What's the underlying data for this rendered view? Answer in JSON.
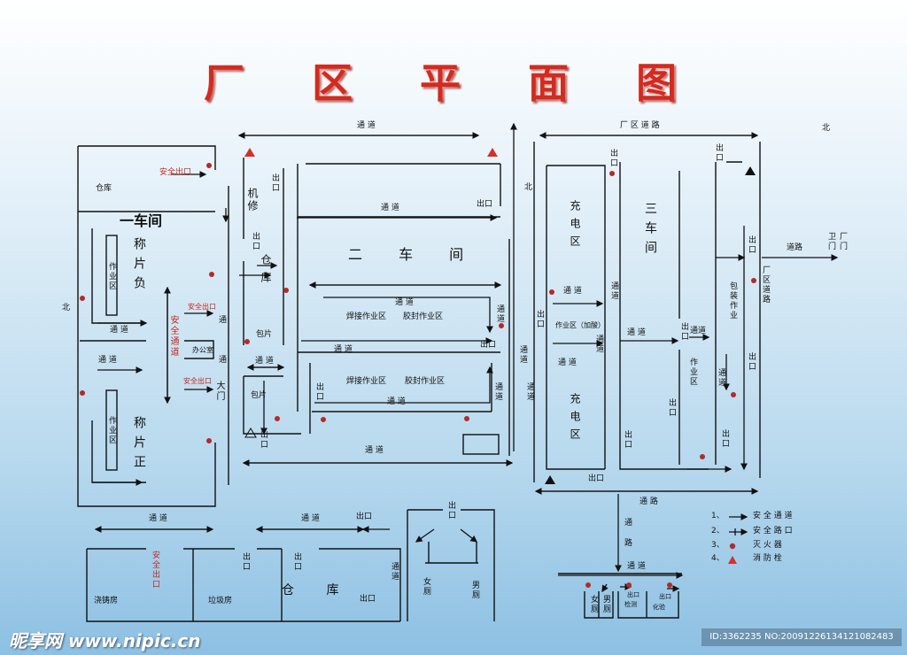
{
  "title": "厂 区 平 面 图",
  "footer": {
    "logo": "昵享网 www.nipic.cn",
    "id": "ID:3362235 NO:20091226134121082483"
  },
  "north": [
    "北",
    "北",
    "北"
  ],
  "labels": {
    "passage": "通 道",
    "passage_plain": "通道",
    "factory_road": "厂 区 道 路",
    "road": "通 路",
    "road2": "道路",
    "exit": "出口",
    "safety_exit": "安全出口",
    "safety_passage": "安全通道",
    "warehouse": "仓库",
    "warehouse_split": "仓 库",
    "ws1": "一车间",
    "ws2": "二 车 间",
    "ws3": "三车间",
    "weigh_neg": "称片负",
    "weigh_pos": "称片正",
    "work_area": "作业区",
    "office": "办公室",
    "gate": "大门",
    "repair": "机修",
    "pack": "包片",
    "weld1": "焊接作业区",
    "seal1": "胶封作业区",
    "charge": "充电区",
    "work_acid": "作业区（加酸）",
    "pack_area": "包装作业",
    "factory_area_road": "厂区道路",
    "guard": "卫门",
    "factory_gate": "厂门",
    "foundry": "浇铸房",
    "garbage": "垃圾房",
    "female_wc": "女厕",
    "male_wc": "男厕",
    "detect": "检测",
    "assay": "化验",
    "channel": "通"
  },
  "legend": [
    {
      "num": "1、",
      "text": "安 全 通 道",
      "icon": "arrow"
    },
    {
      "num": "2、",
      "text": "安 全 路 口",
      "icon": "bar-arrow"
    },
    {
      "num": "3、",
      "text": "灭 火 器",
      "icon": "dot"
    },
    {
      "num": "4、",
      "text": "消 防 栓",
      "icon": "triangle"
    }
  ],
  "colors": {
    "title": "#d42a1f",
    "line": "#111111",
    "extinguisher": "#b32a2a",
    "hydrant": "#d4302a"
  }
}
